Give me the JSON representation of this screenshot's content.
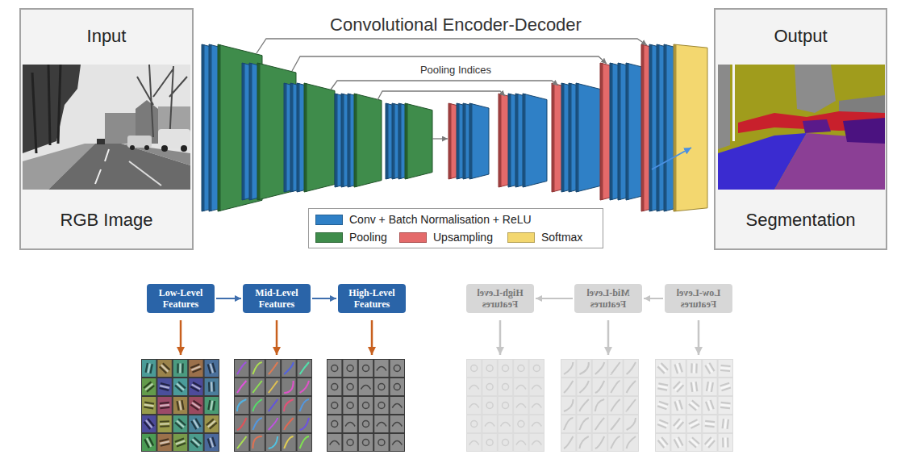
{
  "diagram": {
    "title": "Convolutional Encoder-Decoder",
    "nodes": [
      {
        "text": [
          "Input",
          "RGB Image"
        ]
      },
      {
        "text": [
          "Output",
          "Segmentation"
        ]
      },
      {
        "text": [
          "Low-Level Features"
        ]
      },
      {
        "text": [
          "Mid-Level Features"
        ]
      },
      {
        "text": [
          "High-Level Features"
        ]
      },
      {
        "text": [
          "High-Level Features"
        ]
      },
      {
        "text": [
          "Mid-Level Features"
        ]
      },
      {
        "text": [
          "Low-Level Features"
        ]
      }
    ],
    "edges": [
      {
        "from": 2,
        "to": 3,
        "arrow": "to"
      },
      {
        "from": 3,
        "to": 4,
        "arrow": "to"
      },
      {
        "from": 7,
        "to": 6,
        "arrow": "to"
      },
      {
        "from": 6,
        "to": 5,
        "arrow": "to"
      }
    ],
    "labels": [
      "Pooling Indices"
    ],
    "legend": [
      {
        "text": "Conv + Batch Normalisation + ReLU",
        "color": "#2f80c6"
      },
      {
        "text": "Pooling",
        "color": "#3f8c4b"
      },
      {
        "text": "Upsampling",
        "color": "#e46a6a"
      },
      {
        "text": "Softmax",
        "color": "#f3d76f"
      }
    ]
  }
}
